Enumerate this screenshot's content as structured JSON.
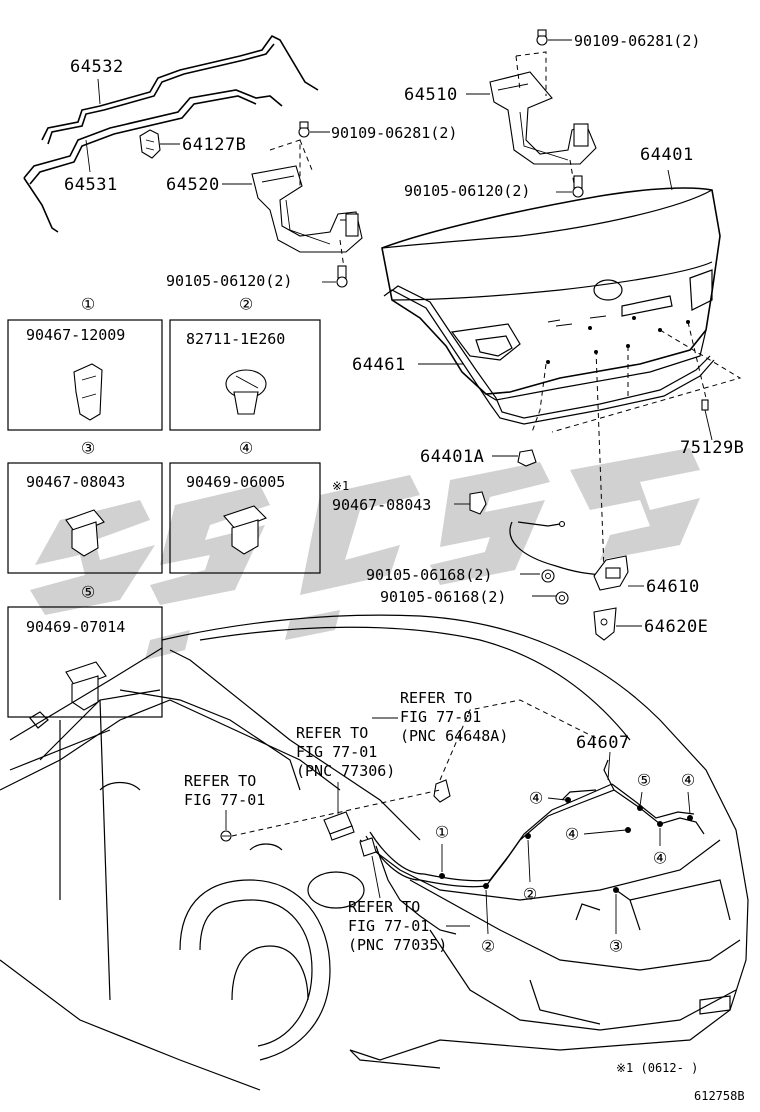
{
  "rod_labels": {
    "upper": "64532",
    "lower": "64531"
  },
  "clip_label": "64127B",
  "hinge_left": {
    "part": "64520",
    "bolt_top": "90109-06281(2)",
    "bolt_bottom": "90105-06120(2)"
  },
  "hinge_right": {
    "part": "64510",
    "bolt_top": "90109-06281(2)",
    "bolt_bottom": "90105-06120(2)"
  },
  "lid": {
    "part": "64401",
    "weatherstrip": "64461",
    "cushion": "64401A",
    "plug": "75129B"
  },
  "lock": {
    "note_mark": "※1",
    "clip": "90467-08043",
    "bolt_a": "90105-06168(2)",
    "bolt_b": "90105-06168(2)",
    "lock_part": "64610",
    "striker": "64620E"
  },
  "clip_boxes": [
    {
      "num": "①",
      "part": "90467-12009"
    },
    {
      "num": "②",
      "part": "82711-1E260"
    },
    {
      "num": "③",
      "part": "90467-08043"
    },
    {
      "num": "④",
      "part": "90469-06005"
    },
    {
      "num": "⑤",
      "part": "90469-07014"
    }
  ],
  "refs": {
    "ref1": {
      "line1": "REFER TO",
      "line2": "FIG 77-01",
      "line3": "(PNC 64648A)"
    },
    "ref2": {
      "line1": "REFER TO",
      "line2": "FIG 77-01",
      "line3": "(PNC 77306)"
    },
    "ref3": {
      "line1": "REFER TO",
      "line2": "FIG 77-01"
    },
    "ref4": {
      "line1": "REFER TO",
      "line2": "FIG 77-01",
      "line3": "(PNC 77035)"
    }
  },
  "wire_harness": "64607",
  "callouts": [
    "①",
    "②",
    "③",
    "④",
    "⑤"
  ],
  "footnote": "※1 (0612-    )",
  "figure_id": "612758B"
}
